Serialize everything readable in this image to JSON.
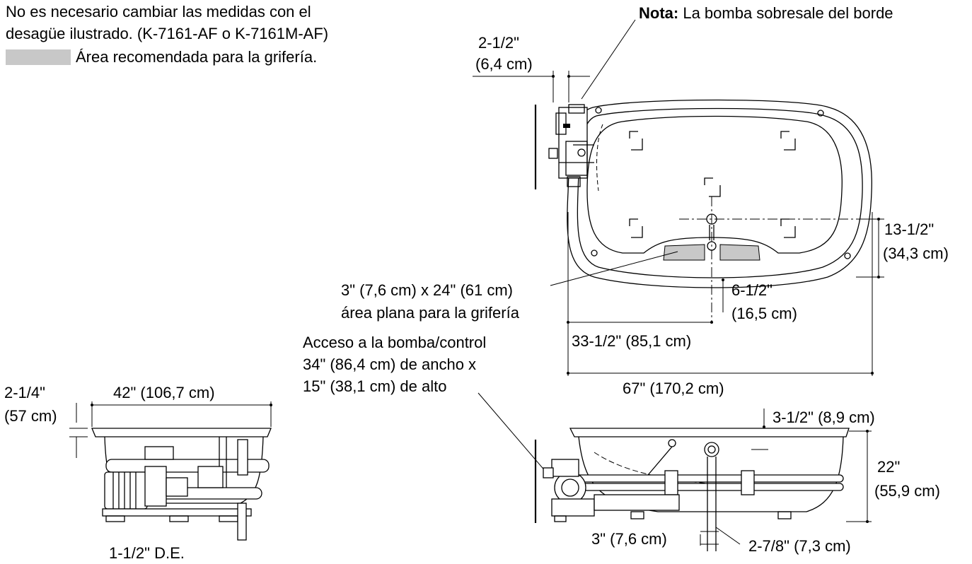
{
  "notes": {
    "line1": "No es necesario cambiar las medidas con el",
    "line2": "desagüe ilustrado. (K-7161-AF o K-7161M-AF)",
    "legend_label": "Área recomendada para la grifería.",
    "legend_color": "#c8c8c8"
  },
  "top_view": {
    "note_bold": "Nota:",
    "note_text": " La bomba sobresale del borde",
    "dim_pump_in": "2-1/2\"",
    "dim_pump_cm": "(6,4 cm)",
    "dim_drain_in": "13-1/2\"",
    "dim_drain_cm": "(34,3 cm)",
    "flat_area_1": "3\" (7,6 cm) x 24\" (61 cm)",
    "flat_area_2": "área plana para la grifería",
    "dim_center_in": "6-1/2\"",
    "dim_center_cm": "(16,5 cm)",
    "dim_half": "33-1/2\" (85,1 cm)",
    "dim_length": "67\" (170,2 cm)"
  },
  "access": {
    "line1": "Acceso a la bomba/control",
    "line2": "34\" (86,4 cm) de ancho x",
    "line3": "15\" (38,1 cm) de alto"
  },
  "end_view": {
    "dim_rim_in": "2-1/4\"",
    "dim_rim_cm": "(57 cm)",
    "dim_width": "42\" (106,7 cm)",
    "dim_drain_od": "1-1/2\" D.E."
  },
  "side_view": {
    "dim_rim": "3-1/2\" (8,9 cm)",
    "dim_height_in": "22\"",
    "dim_height_cm": "(55,9 cm)",
    "dim_drain_offset": "3\" (7,6 cm)",
    "dim_drain_dist": "2-7/8\" (7,3 cm)"
  }
}
